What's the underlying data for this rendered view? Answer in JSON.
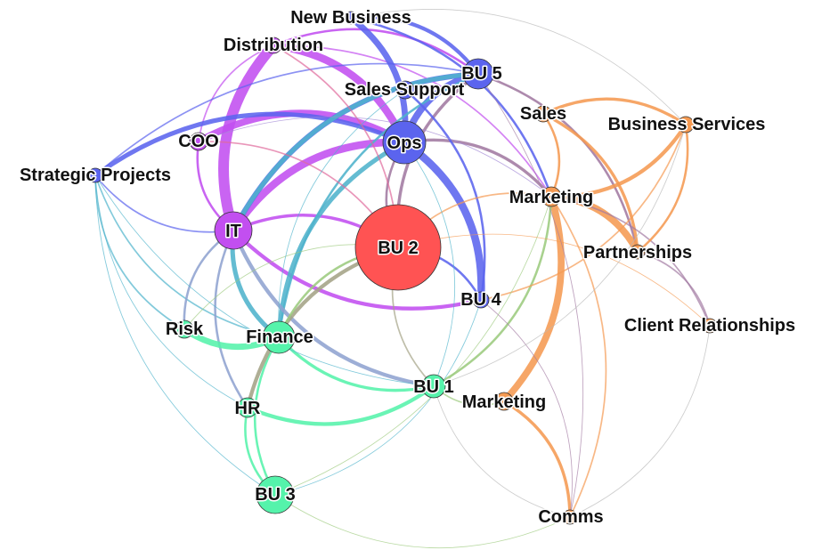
{
  "colors": {
    "blue": "#5b64ee",
    "purple": "#c24ff0",
    "red": "#ff5353",
    "orange": "#f59a52",
    "green": "#55f3ab",
    "teal": "#4fb3cc",
    "mauve": "#a27aa2",
    "steel": "#8fa3d0",
    "olive": "#a4a386",
    "pink": "#e06a9b",
    "lime": "#9ccb7e",
    "lavender": "#a389d6",
    "gray": "#b8b8b8"
  },
  "nodes": [
    {
      "id": "new-business",
      "label": "New Business",
      "group": "blue"
    },
    {
      "id": "distribution",
      "label": "Distribution",
      "group": "purple"
    },
    {
      "id": "bu5",
      "label": "BU 5",
      "group": "blue"
    },
    {
      "id": "sales-support",
      "label": "Sales Support",
      "group": "blue"
    },
    {
      "id": "sales",
      "label": "Sales",
      "group": "orange"
    },
    {
      "id": "business-services",
      "label": "Business Services",
      "group": "orange"
    },
    {
      "id": "coo",
      "label": "COO",
      "group": "purple"
    },
    {
      "id": "ops",
      "label": "Ops",
      "group": "blue"
    },
    {
      "id": "strategic-projects",
      "label": "Strategic Projects",
      "group": "blue"
    },
    {
      "id": "marketing-top",
      "label": "Marketing",
      "group": "orange"
    },
    {
      "id": "it",
      "label": "IT",
      "group": "purple"
    },
    {
      "id": "bu2",
      "label": "BU 2",
      "group": "red"
    },
    {
      "id": "partnerships",
      "label": "Partnerships",
      "group": "orange"
    },
    {
      "id": "bu4",
      "label": "BU 4",
      "group": "blue"
    },
    {
      "id": "client-relationships",
      "label": "Client Relationships",
      "group": "orange"
    },
    {
      "id": "risk",
      "label": "Risk",
      "group": "green"
    },
    {
      "id": "finance",
      "label": "Finance",
      "group": "green"
    },
    {
      "id": "bu1",
      "label": "BU 1",
      "group": "green"
    },
    {
      "id": "marketing-bottom",
      "label": "Marketing",
      "group": "orange"
    },
    {
      "id": "hr",
      "label": "HR",
      "group": "green"
    },
    {
      "id": "bu3",
      "label": "BU 3",
      "group": "green"
    },
    {
      "id": "comms",
      "label": "Comms",
      "group": "orange"
    }
  ],
  "edges": [
    {
      "from": "distribution",
      "to": "it",
      "color": "purple",
      "weight": 14
    },
    {
      "from": "coo",
      "to": "ops",
      "color": "purple",
      "weight": 9
    },
    {
      "from": "coo",
      "to": "it",
      "color": "purple",
      "weight": 3
    },
    {
      "from": "coo",
      "to": "distribution",
      "color": "purple",
      "weight": 2
    },
    {
      "from": "it",
      "to": "ops",
      "color": "purple",
      "weight": 10
    },
    {
      "from": "it",
      "to": "bu5",
      "color": "blue",
      "weight": 7
    },
    {
      "from": "it",
      "to": "bu2",
      "color": "purple",
      "weight": 4
    },
    {
      "from": "it",
      "to": "bu4",
      "color": "purple",
      "weight": 5
    },
    {
      "from": "it",
      "to": "strategic-projects",
      "color": "blue",
      "weight": 2
    },
    {
      "from": "distribution",
      "to": "ops",
      "color": "purple",
      "weight": 10
    },
    {
      "from": "distribution",
      "to": "bu5",
      "color": "purple",
      "weight": 3
    },
    {
      "from": "distribution",
      "to": "marketing-top",
      "color": "purple",
      "weight": 2
    },
    {
      "from": "new-business",
      "to": "ops",
      "color": "blue",
      "weight": 8
    },
    {
      "from": "new-business",
      "to": "bu5",
      "color": "blue",
      "weight": 5
    },
    {
      "from": "new-business",
      "to": "marketing-top",
      "color": "blue",
      "weight": 3
    },
    {
      "from": "strategic-projects",
      "to": "ops",
      "color": "blue",
      "weight": 6
    },
    {
      "from": "strategic-projects",
      "to": "bu5",
      "color": "blue",
      "weight": 2
    },
    {
      "from": "strategic-projects",
      "to": "risk",
      "color": "teal",
      "weight": 2
    },
    {
      "from": "strategic-projects",
      "to": "finance",
      "color": "teal",
      "weight": 2
    },
    {
      "from": "strategic-projects",
      "to": "bu3",
      "color": "teal",
      "weight": 1
    },
    {
      "from": "ops",
      "to": "bu4",
      "color": "blue",
      "weight": 10
    },
    {
      "from": "ops",
      "to": "bu5",
      "color": "blue",
      "weight": 9
    },
    {
      "from": "ops",
      "to": "finance",
      "color": "teal",
      "weight": 6
    },
    {
      "from": "ops",
      "to": "marketing-top",
      "color": "mauve",
      "weight": 4
    },
    {
      "from": "ops",
      "to": "bu2",
      "color": "mauve",
      "weight": 3
    },
    {
      "from": "bu5",
      "to": "it",
      "color": "teal",
      "weight": 6
    },
    {
      "from": "bu5",
      "to": "bu2",
      "color": "mauve",
      "weight": 4
    },
    {
      "from": "bu5",
      "to": "partnerships",
      "color": "mauve",
      "weight": 3
    },
    {
      "from": "bu5",
      "to": "finance",
      "color": "teal",
      "weight": 3
    },
    {
      "from": "sales-support",
      "to": "bu4",
      "color": "blue",
      "weight": 3
    },
    {
      "from": "sales",
      "to": "business-services",
      "color": "orange",
      "weight": 4
    },
    {
      "from": "sales",
      "to": "partnerships",
      "color": "orange",
      "weight": 4
    },
    {
      "from": "sales",
      "to": "marketing-top",
      "color": "orange",
      "weight": 3
    },
    {
      "from": "marketing-top",
      "to": "partnerships",
      "color": "orange",
      "weight": 9
    },
    {
      "from": "marketing-top",
      "to": "marketing-bottom",
      "color": "orange",
      "weight": 9
    },
    {
      "from": "marketing-top",
      "to": "business-services",
      "color": "orange",
      "weight": 5
    },
    {
      "from": "marketing-top",
      "to": "bu2",
      "color": "orange",
      "weight": 2
    },
    {
      "from": "marketing-top",
      "to": "client-relationships",
      "color": "mauve",
      "weight": 2
    },
    {
      "from": "marketing-top",
      "to": "bu1",
      "color": "lime",
      "weight": 3
    },
    {
      "from": "marketing-top",
      "to": "comms",
      "color": "orange",
      "weight": 2
    },
    {
      "from": "business-services",
      "to": "partnerships",
      "color": "orange",
      "weight": 3
    },
    {
      "from": "business-services",
      "to": "bu4",
      "color": "orange",
      "weight": 2
    },
    {
      "from": "partnerships",
      "to": "client-relationships",
      "color": "mauve",
      "weight": 2
    },
    {
      "from": "marketing-bottom",
      "to": "comms",
      "color": "orange",
      "weight": 4
    },
    {
      "from": "marketing-bottom",
      "to": "bu1",
      "color": "lime",
      "weight": 2
    },
    {
      "from": "it",
      "to": "finance",
      "color": "teal",
      "weight": 6
    },
    {
      "from": "it",
      "to": "risk",
      "color": "steel",
      "weight": 3
    },
    {
      "from": "it",
      "to": "hr",
      "color": "steel",
      "weight": 3
    },
    {
      "from": "it",
      "to": "bu1",
      "color": "steel",
      "weight": 5
    },
    {
      "from": "risk",
      "to": "finance",
      "color": "green",
      "weight": 8
    },
    {
      "from": "finance",
      "to": "bu1",
      "color": "green",
      "weight": 4
    },
    {
      "from": "finance",
      "to": "bu3",
      "color": "green",
      "weight": 3
    },
    {
      "from": "hr",
      "to": "bu1",
      "color": "green",
      "weight": 5
    },
    {
      "from": "hr",
      "to": "bu3",
      "color": "green",
      "weight": 3
    },
    {
      "from": "hr",
      "to": "bu2",
      "color": "olive",
      "weight": 5
    },
    {
      "from": "finance",
      "to": "bu2",
      "color": "lime",
      "weight": 3
    },
    {
      "from": "bu2",
      "to": "bu4",
      "color": "blue",
      "weight": 3
    },
    {
      "from": "bu2",
      "to": "bu1",
      "color": "olive",
      "weight": 2
    },
    {
      "from": "bu2",
      "to": "distribution",
      "color": "pink",
      "weight": 2
    },
    {
      "from": "bu2",
      "to": "coo",
      "color": "pink",
      "weight": 2
    },
    {
      "from": "bu3",
      "to": "bu4",
      "color": "teal",
      "weight": 1
    },
    {
      "from": "bu3",
      "to": "marketing-top",
      "color": "lime",
      "weight": 1
    },
    {
      "from": "bu3",
      "to": "comms",
      "color": "lime",
      "weight": 1
    },
    {
      "from": "risk",
      "to": "bu2",
      "color": "lime",
      "weight": 1
    },
    {
      "from": "comms",
      "to": "bu5",
      "color": "mauve",
      "weight": 1
    },
    {
      "from": "comms",
      "to": "client-relationships",
      "color": "gray",
      "weight": 1
    },
    {
      "from": "coo",
      "to": "marketing-top",
      "color": "lavender",
      "weight": 1
    },
    {
      "from": "client-relationships",
      "to": "bu2",
      "color": "orange",
      "weight": 1
    },
    {
      "from": "new-business",
      "to": "business-services",
      "color": "gray",
      "weight": 1
    },
    {
      "from": "strategic-projects",
      "to": "bu1",
      "color": "teal",
      "weight": 1
    },
    {
      "from": "strategic-projects",
      "to": "hr",
      "color": "teal",
      "weight": 1
    },
    {
      "from": "ops",
      "to": "bu1",
      "color": "teal",
      "weight": 1
    },
    {
      "from": "sales-support",
      "to": "finance",
      "color": "teal",
      "weight": 1
    },
    {
      "from": "bu4",
      "to": "comms",
      "color": "mauve",
      "weight": 1
    },
    {
      "from": "bu1",
      "to": "business-services",
      "color": "gray",
      "weight": 1
    },
    {
      "from": "bu1",
      "to": "comms",
      "color": "gray",
      "weight": 1
    }
  ]
}
